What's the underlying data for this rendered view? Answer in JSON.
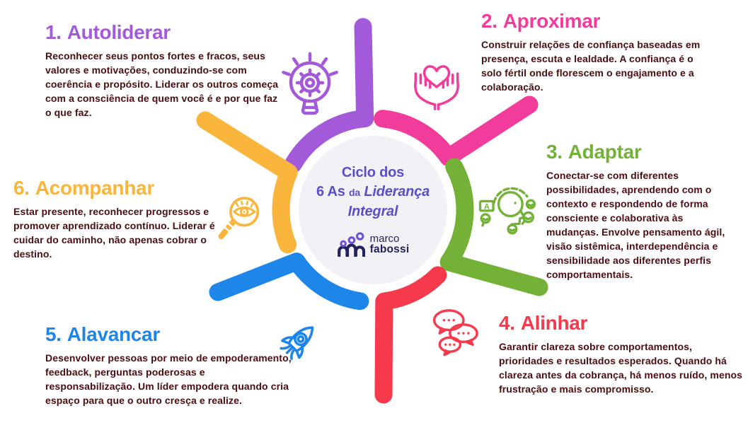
{
  "center": {
    "line1": "Ciclo dos",
    "line2_bold": "6 As",
    "line2_connector": "da",
    "line2_italic": "Liderança",
    "line3": "Integral",
    "text_color": "#5a4fc9",
    "circle_color": "#f2f1f5"
  },
  "logo": {
    "first": "marco",
    "last": "fabossi",
    "navy": "#232258",
    "purple": "#6c52d9"
  },
  "palette": {
    "body_text": "#4c0d12",
    "background": "#ffffff"
  },
  "sections": [
    {
      "number": "1.",
      "title": "Autoliderar",
      "color": "#a35ad9",
      "icon": "lightbulb-gear",
      "body": "Reconhecer seus pontos fortes e fracos, seus valores e motivações, conduzindo-se com coerência e propósito. Liderar os outros começa com a consciência de quem você é e por que faz o que faz."
    },
    {
      "number": "2.",
      "title": "Aproximar",
      "color": "#f13c9c",
      "icon": "hands-heart",
      "body": "Construir relações de confiança baseadas em presença, escuta e lealdade. A confiança é o solo fértil onde florescem o engajamento e a colaboração."
    },
    {
      "number": "3.",
      "title": "Adaptar",
      "color": "#74b137",
      "icon": "head-dialogue",
      "body": "Conectar-se com diferentes possibilidades, aprendendo com o contexto e respondendo de forma consciente e colaborativa às mudanças. Envolve pensamento ágil, visão sistêmica, interdependência e sensibilidade aos diferentes perfis comportamentais."
    },
    {
      "number": "4.",
      "title": "Alinhar",
      "color": "#f6394b",
      "icon": "chat-bubbles",
      "body": "Garantir clareza sobre comportamentos, prioridades e resultados esperados. Quando há clareza antes da cobrança, há menos ruído, menos frustração e mais compromisso."
    },
    {
      "number": "5.",
      "title": "Alavancar",
      "color": "#1e86e9",
      "icon": "rocket",
      "body": "Desenvolver pessoas por meio de empoderamento, feedback, perguntas poderosas e responsabilização. Um líder empodera quando cria espaço para que o outro cresça e realize."
    },
    {
      "number": "6.",
      "title": "Acompanhar",
      "color": "#fab53c",
      "icon": "magnifier-eye",
      "body": "Estar presente, reconhecer progressos e promover aprendizado contínuo. Liderar é cuidar do caminho, não apenas cobrar o destino."
    }
  ],
  "wheel": {
    "segments": [
      {
        "name": "autoliderar",
        "color": "#a35ad9"
      },
      {
        "name": "aproximar",
        "color": "#f13c9c"
      },
      {
        "name": "adaptar",
        "color": "#74b137"
      },
      {
        "name": "alinhar",
        "color": "#f6394b"
      },
      {
        "name": "alavancar",
        "color": "#1e86e9"
      },
      {
        "name": "acompanhar",
        "color": "#fab53c"
      }
    ]
  }
}
